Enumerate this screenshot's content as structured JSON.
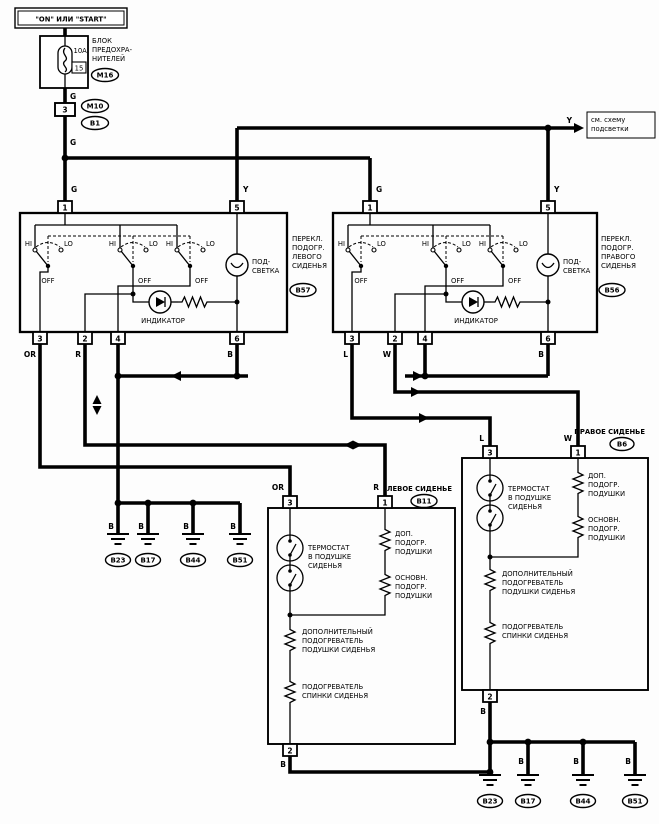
{
  "power": {
    "ignition_label": "\"ON\" ИЛИ \"START\"",
    "fuse_rating": "10A",
    "fuse_number": "15",
    "fuse_block_line1": "БЛОК",
    "fuse_block_line2": "ПРЕДОХРА-",
    "fuse_block_line3": "НИТЕЛЕЙ",
    "fuse_block_connector": "M16",
    "pass_pin": "3",
    "connector_m10": "M10",
    "connector_b1": "B1"
  },
  "note": {
    "line1": "см. схему",
    "line2": "подсветки"
  },
  "wire_colors": {
    "g": "G",
    "y": "Y",
    "or": "OR",
    "r": "R",
    "l": "L",
    "w": "W",
    "b": "B"
  },
  "pins": {
    "p1": "1",
    "p2": "2",
    "p3": "3",
    "p4": "4",
    "p5": "5",
    "p6": "6"
  },
  "switch": {
    "hi": "HI",
    "lo": "LO",
    "off": "OFF",
    "indicator": "ИНДИКАТОР",
    "illum_line1": "ПОД-",
    "illum_line2": "СВЕТКА",
    "left": {
      "t1": "ПЕРЕКЛ.",
      "t2": "ПОДОГР.",
      "t3": "ЛЕВОГО",
      "t4": "СИДЕНЬЯ",
      "connector": "B57"
    },
    "right": {
      "t1": "ПЕРЕКЛ.",
      "t2": "ПОДОГР.",
      "t3": "ПРАВОГО",
      "t4": "СИДЕНЬЯ",
      "connector": "B56"
    }
  },
  "seats": {
    "left_title": "ЛЕВОЕ СИДЕНЬЕ",
    "left_connector": "B11",
    "right_title": "ПРАВОЕ СИДЕНЬЕ",
    "right_connector": "B6",
    "thermostat1": "ТЕРМОСТАТ",
    "thermostat2": "В ПОДУШКЕ",
    "thermostat3": "СИДЕНЬЯ",
    "aux1": "ДОП.",
    "aux2": "ПОДОГР.",
    "aux3": "ПОДУШКИ",
    "main1": "ОСНОВН.",
    "main2": "ПОДОГР.",
    "main3": "ПОДУШКИ",
    "auxheater1": "ДОПОЛНИТЕЛЬНЫЙ",
    "auxheater2": "ПОДОГРЕВАТЕЛЬ",
    "auxheater3": "ПОДУШКИ СИДЕНЬЯ",
    "back1": "ПОДОГРЕВАТЕЛЬ",
    "back2": "СПИНКИ СИДЕНЬЯ"
  },
  "grounds": {
    "g1": "B23",
    "g2": "B17",
    "g3": "B44",
    "g4": "B51"
  }
}
